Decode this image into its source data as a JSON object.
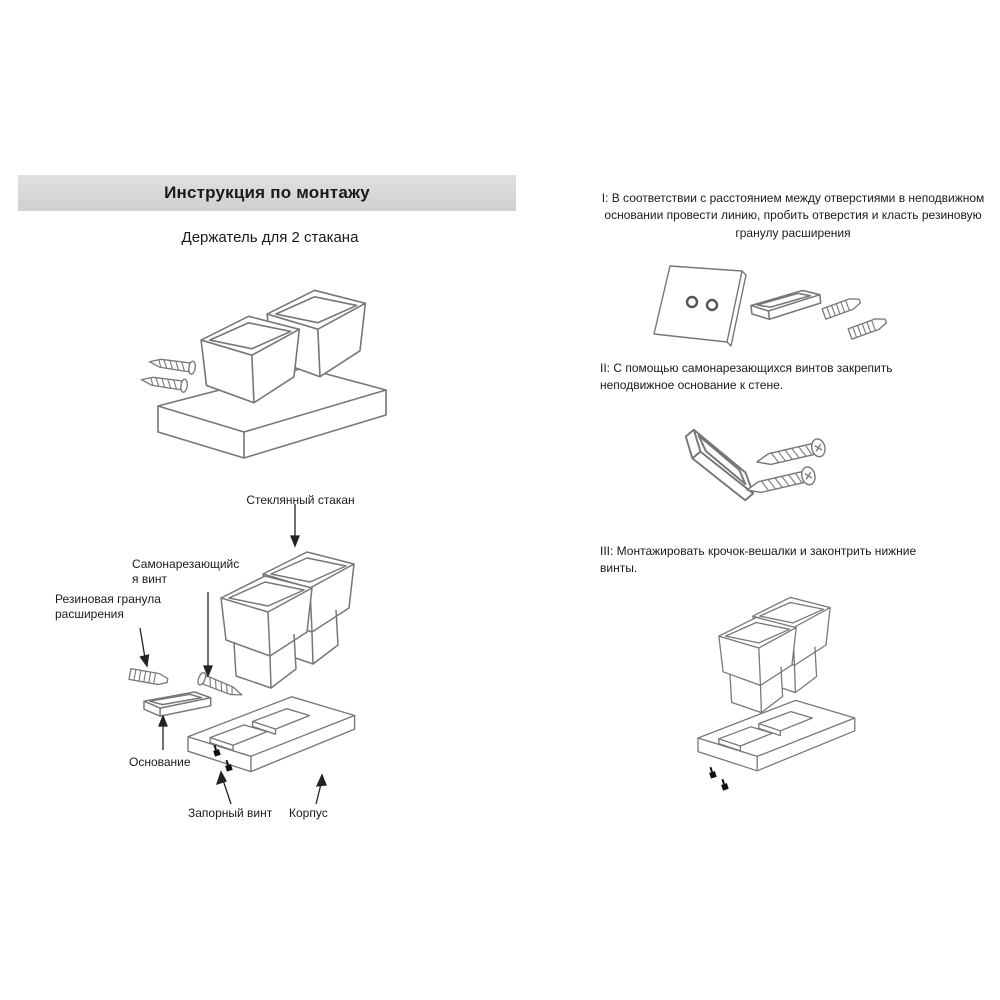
{
  "colors": {
    "header_bg": "#d9d9d9",
    "line": "#777777",
    "text": "#1a1a1a"
  },
  "header": {
    "title": "Инструкция по монтажу"
  },
  "product": {
    "subtitle": "Держатель для 2 стакана"
  },
  "diagram_labels": {
    "glass_cup": "Стеклянный стакан",
    "self_tapping_screw": "Самонарезающийс я винт",
    "rubber_granule": "Резиновая гранула расширения",
    "base": "Основание",
    "locking_screw": "Запорный винт",
    "body": "Корпус"
  },
  "steps": [
    {
      "id": "I",
      "text": "I: В соответствии с расстоянием между отверстиями в неподвижном основании провести линию, пробить отверстия и класть резиновую гранулу расширения"
    },
    {
      "id": "II",
      "text": "II: С помощью самонарезающихся винтов закрепить неподвижное основание к стене."
    },
    {
      "id": "III",
      "text": "III: Монтажировать крочок-вешалки и законтрить нижние винты."
    }
  ]
}
